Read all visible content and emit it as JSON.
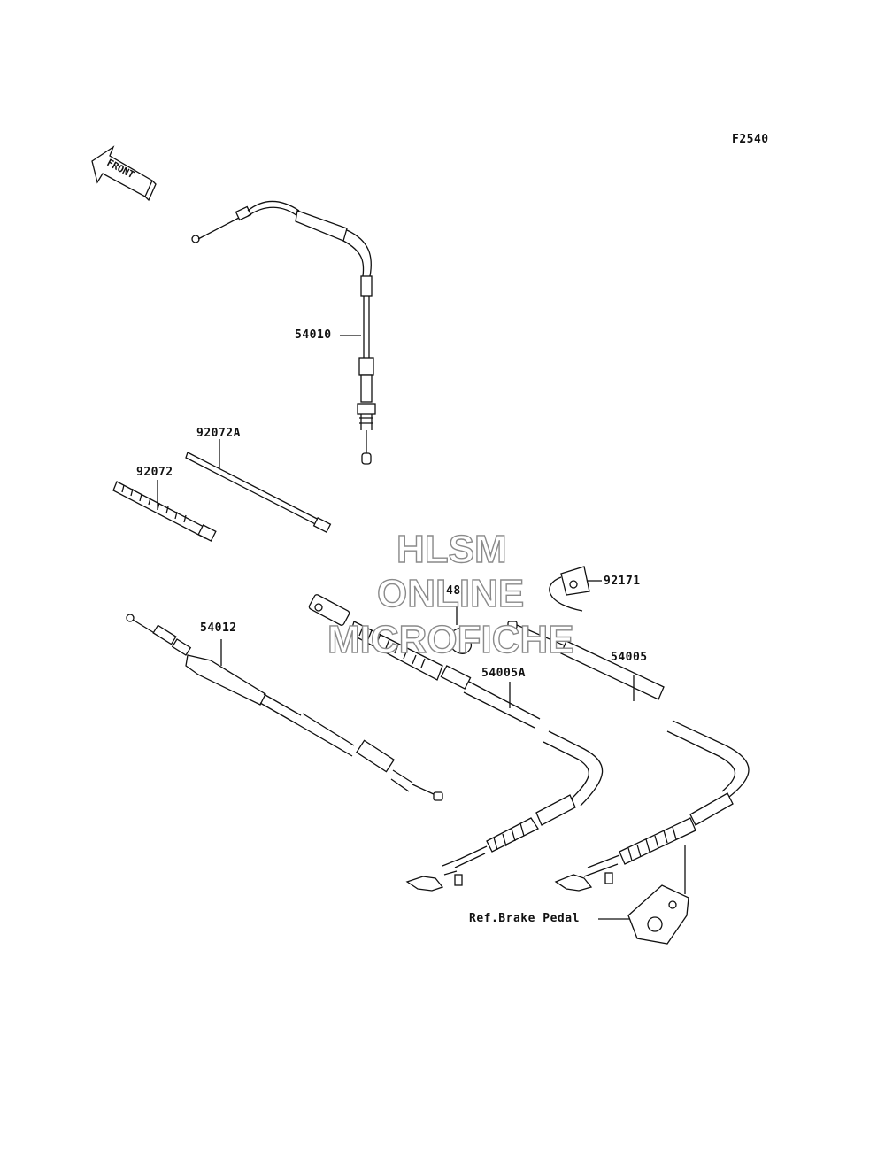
{
  "figure_code": "F2540",
  "front_label": "FRONT",
  "watermark": {
    "line1": "HLSM",
    "line2": "ONLINE",
    "line3": "MICROFICHE"
  },
  "parts": {
    "throttle_cable_upper": "54010",
    "clamp_long": "92072A",
    "clamp_short": "92072",
    "throttle_cable_lower": "54012",
    "circlip": "482",
    "clip": "92171",
    "brake_cable_a": "54005A",
    "brake_cable": "54005"
  },
  "ref_brake_pedal": "Ref.Brake Pedal"
}
